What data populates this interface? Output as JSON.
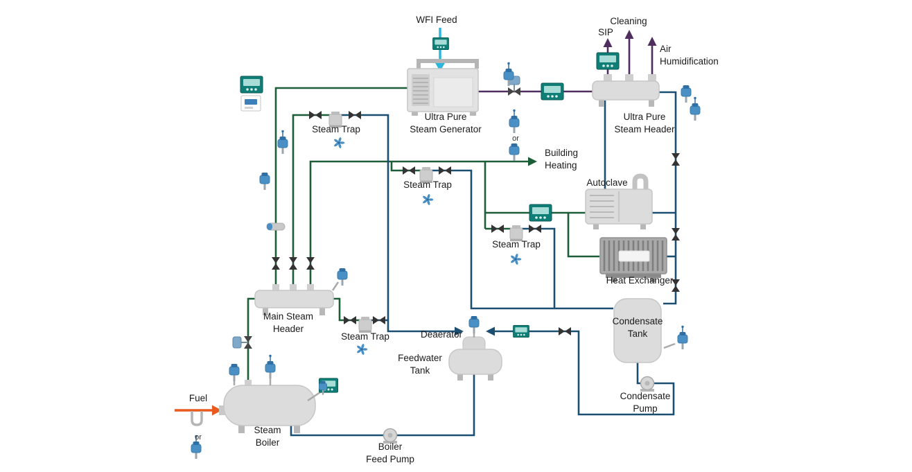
{
  "labels": {
    "wfi_feed": "WFI Feed",
    "sip": "SIP",
    "cleaning": "Cleaning",
    "air_humidification": "Air\nHumidification",
    "ups_generator": "Ultra Pure\nSteam Generator",
    "ups_header": "Ultra Pure\nSteam Header",
    "steam_trap": "Steam Trap",
    "building_heating": "Building\nHeating",
    "autoclave": "Autoclave",
    "heat_exchanger": "Heat Exchanger",
    "condensate_tank": "Condensate\nTank",
    "main_steam_header": "Main Steam\nHeader",
    "deaerator": "Deaerator",
    "feedwater_tank": "Feedwater\nTank",
    "condensate_pump": "Condensate\nPump",
    "fuel": "Fuel",
    "steam_boiler": "Steam\nBoiler",
    "boiler_feed_pump": "Boiler\nFeed Pump",
    "or": "or"
  },
  "colors": {
    "steam_line": "#1B5E38",
    "condensate_line": "#1B4F72",
    "pure_steam_line": "#4F2D5F",
    "wfi_line": "#2BB7DC",
    "fuel_line": "#E85A1E",
    "equipment_gray": "#DCDCDC",
    "instrument_blue": "#4A90C4",
    "controller_teal": "#0F7E76"
  },
  "icons": [
    "isolation-valve-icon",
    "control-valve-icon",
    "pressure-transmitter-icon",
    "wireless-transmitter-icon",
    "controller-display-icon",
    "steam-trap-icon",
    "pump-icon",
    "flow-element-icon",
    "swirl-logo-icon",
    "coriolis-meter-icon"
  ]
}
